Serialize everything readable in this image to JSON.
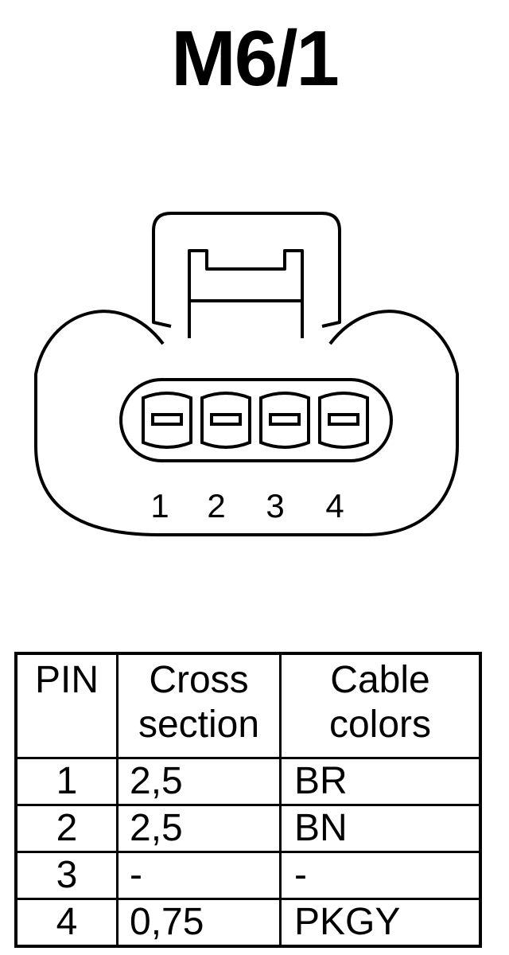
{
  "title": "M6/1",
  "connector": {
    "pin_numbers": [
      "1",
      "2",
      "3",
      "4"
    ]
  },
  "table": {
    "headers": {
      "pin": [
        "PIN"
      ],
      "cross_section": [
        "Cross",
        "section"
      ],
      "cable_colors": [
        "Cable",
        "colors"
      ]
    },
    "rows": [
      {
        "pin": "1",
        "cross_section": "2,5",
        "cable_color": "BR"
      },
      {
        "pin": "2",
        "cross_section": "2,5",
        "cable_color": "BN"
      },
      {
        "pin": "3",
        "cross_section": "-",
        "cable_color": "-"
      },
      {
        "pin": "4",
        "cross_section": "0,75",
        "cable_color": "PKGY"
      }
    ]
  }
}
